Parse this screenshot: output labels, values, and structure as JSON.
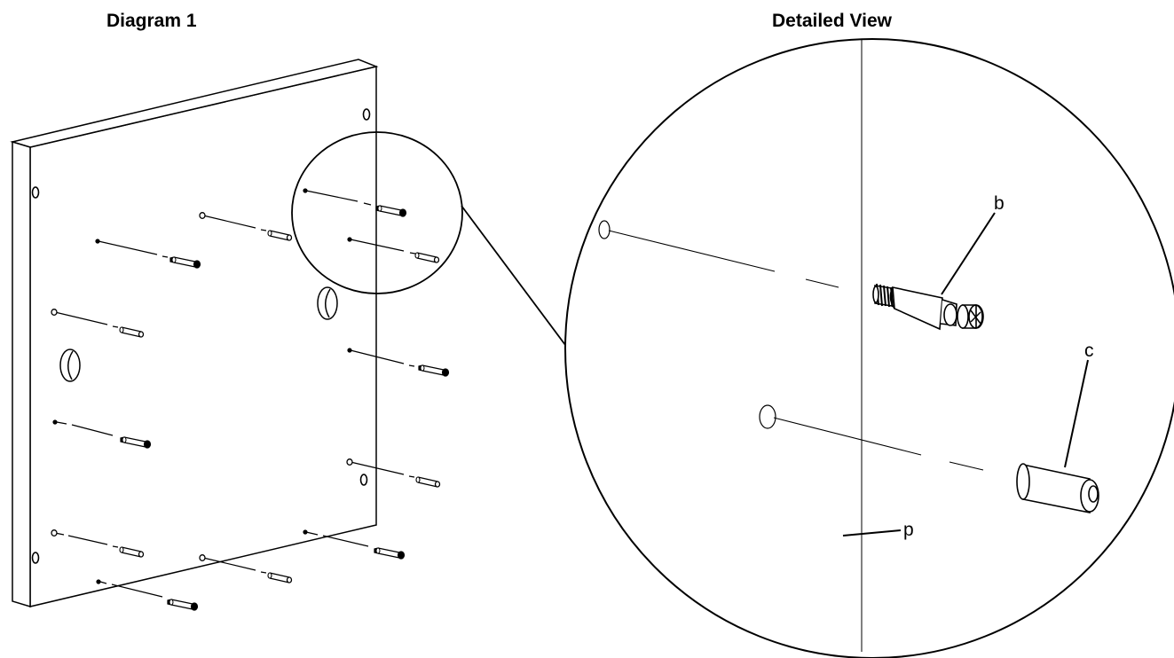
{
  "titles": {
    "diagram": "Diagram 1",
    "detail": "Detailed View"
  },
  "callouts": {
    "b": "b",
    "c": "c",
    "p": "p"
  },
  "colors": {
    "line": "#000000",
    "background": "#ffffff"
  }
}
